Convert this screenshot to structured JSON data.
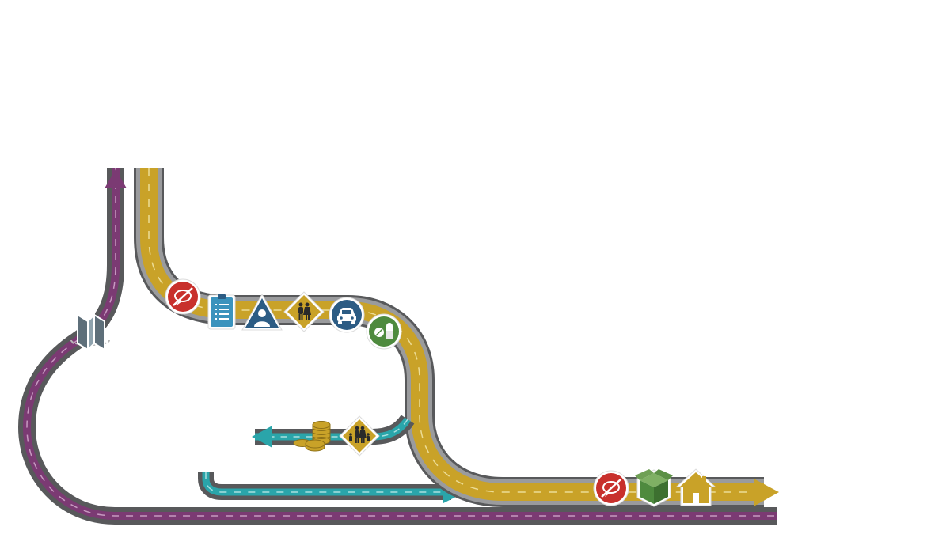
{
  "colors": {
    "road": "#58595b",
    "road_edge": "#9a9b9d",
    "route_gold": "#c9a228",
    "route_purple": "#7b3a73",
    "route_teal": "#2aa5aa",
    "dash_light": "#e9d98a",
    "icon_red": "#c8302c",
    "icon_blue": "#2c5c84",
    "icon_teal": "#3b93bd",
    "icon_green": "#4e8a3e",
    "icon_gold": "#c9a228"
  },
  "routes": [
    {
      "name": "gold-route",
      "color": "route_gold",
      "direction": "right"
    },
    {
      "name": "purple-route",
      "color": "route_purple",
      "direction": "up"
    },
    {
      "name": "teal-route-lower",
      "color": "route_teal",
      "direction": "right"
    },
    {
      "name": "teal-branch",
      "color": "route_teal",
      "direction": "left"
    }
  ],
  "icons": [
    {
      "name": "no-chat-icon",
      "shape": "circle",
      "color": "icon_red"
    },
    {
      "name": "clipboard-icon",
      "shape": "document",
      "color": "icon_teal"
    },
    {
      "name": "person-triangle-icon",
      "shape": "triangle",
      "color": "icon_blue"
    },
    {
      "name": "couple-sign-icon",
      "shape": "diamond",
      "color": "icon_gold"
    },
    {
      "name": "car-icon",
      "shape": "circle",
      "color": "icon_blue"
    },
    {
      "name": "pills-icon",
      "shape": "circle",
      "color": "icon_green"
    },
    {
      "name": "coins-icon",
      "shape": "stack",
      "color": "icon_gold"
    },
    {
      "name": "family-sign-icon",
      "shape": "diamond",
      "color": "icon_gold"
    },
    {
      "name": "map-icon",
      "shape": "map",
      "color": "icon_teal"
    },
    {
      "name": "no-chat-icon-end",
      "shape": "circle",
      "color": "icon_red"
    },
    {
      "name": "box-icon",
      "shape": "box",
      "color": "icon_green"
    },
    {
      "name": "house-icon",
      "shape": "house",
      "color": "icon_gold"
    }
  ]
}
